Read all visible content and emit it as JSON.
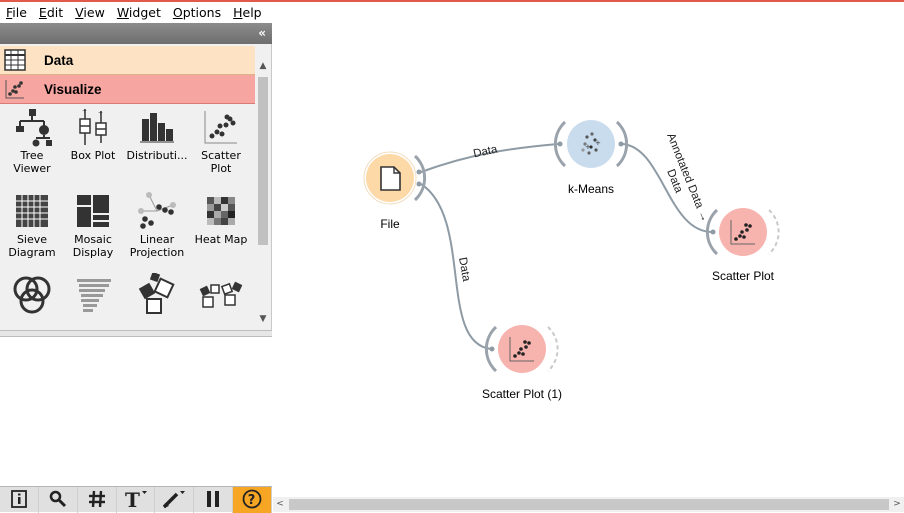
{
  "menu": {
    "items": [
      {
        "key": "F",
        "rest": "ile"
      },
      {
        "key": "E",
        "rest": "dit"
      },
      {
        "key": "V",
        "rest": "iew"
      },
      {
        "key": "W",
        "rest": "idget"
      },
      {
        "key": "O",
        "rest": "ptions"
      },
      {
        "key": "H",
        "rest": "elp"
      }
    ]
  },
  "toolbox": {
    "collapse_glyph": "«",
    "categories": [
      {
        "label": "Data",
        "color": "#fde3c4",
        "icon": "table-icon"
      },
      {
        "label": "Visualize",
        "color": "#f7a5a0",
        "icon": "scatter-icon"
      }
    ],
    "widgets": [
      {
        "label": "Tree\nViewer",
        "icon": "tree-viewer-icon"
      },
      {
        "label": "Box Plot",
        "icon": "box-plot-icon"
      },
      {
        "label": "Distributi...",
        "icon": "distributions-icon"
      },
      {
        "label": "Scatter\nPlot",
        "icon": "scatter-plot-icon"
      },
      {
        "label": "Sieve\nDiagram",
        "icon": "sieve-diagram-icon"
      },
      {
        "label": "Mosaic\nDisplay",
        "icon": "mosaic-display-icon"
      },
      {
        "label": "Linear\nProjection",
        "icon": "linear-projection-icon"
      },
      {
        "label": "Heat Map",
        "icon": "heat-map-icon"
      },
      {
        "label": "",
        "icon": "venn-diagram-icon"
      },
      {
        "label": "",
        "icon": "silhouette-icon"
      },
      {
        "label": "",
        "icon": "pythagorean-tree-icon"
      },
      {
        "label": "",
        "icon": "pythagorean-forest-icon"
      }
    ]
  },
  "bottom_toolbar": {
    "buttons": [
      {
        "icon": "info-icon"
      },
      {
        "icon": "zoom-icon"
      },
      {
        "icon": "grid-icon"
      },
      {
        "icon": "text-annotation-icon"
      },
      {
        "icon": "arrow-annotation-icon"
      },
      {
        "icon": "pause-icon"
      },
      {
        "icon": "help-icon"
      }
    ]
  },
  "canvas": {
    "nodes": [
      {
        "id": "file",
        "label": "File",
        "color": "#fdd9a8"
      },
      {
        "id": "kmeans",
        "label": "k-Means",
        "color": "#c9dcee"
      },
      {
        "id": "scatter1",
        "label": "Scatter Plot",
        "color": "#f7b3ae"
      },
      {
        "id": "scatter2",
        "label": "Scatter Plot (1)",
        "color": "#f7b3ae"
      }
    ],
    "links": [
      {
        "from": "file",
        "to": "kmeans",
        "label": "Data"
      },
      {
        "from": "kmeans",
        "to": "scatter1",
        "label": "Annotated Data → Data"
      },
      {
        "from": "file",
        "to": "scatter2",
        "label": "Data"
      }
    ],
    "link_text": {
      "file_kmeans": "Data",
      "kmeans_scatter_line1": "Annotated Data →",
      "kmeans_scatter_line2": "Data",
      "file_scatter2": "Data"
    }
  },
  "scroll": {
    "left_arrow": "<",
    "right_arrow": ">",
    "up_arrow": "▲",
    "down_arrow": "▼"
  }
}
